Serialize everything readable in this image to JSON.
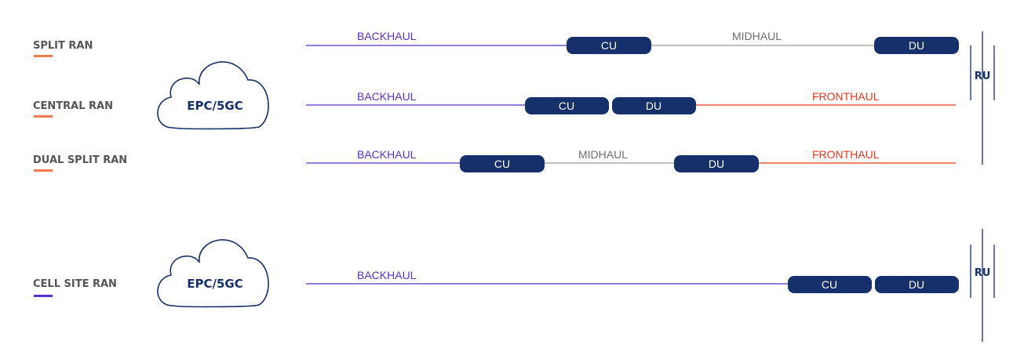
{
  "colors": {
    "navy": "#15306b",
    "backhaul": "#5b2fc9",
    "midhaul": "#9a9a9a",
    "fronthaul": "#e8381f",
    "accent_orange": "#f07a4a",
    "accent_purple": "#5b2fc9",
    "label_gray": "#555555"
  },
  "clouds": [
    {
      "label": "EPC/5GC",
      "icon": "cloud-icon"
    },
    {
      "label": "EPC/5GC",
      "icon": "cloud-icon"
    }
  ],
  "rows": [
    {
      "label": "SPLIT RAN",
      "underline": "accent_orange",
      "links": [
        {
          "label": "BACKHAUL",
          "type": "backhaul"
        },
        {
          "label": "MIDHAUL",
          "type": "midhaul"
        }
      ],
      "boxes": [
        "CU",
        "DU"
      ]
    },
    {
      "label": "CENTRAL RAN",
      "underline": "accent_orange",
      "links": [
        {
          "label": "BACKHAUL",
          "type": "backhaul"
        },
        {
          "label": "FRONTHAUL",
          "type": "fronthaul"
        }
      ],
      "boxes": [
        "CU",
        "DU"
      ]
    },
    {
      "label": "DUAL SPLIT RAN",
      "underline": "accent_orange",
      "links": [
        {
          "label": "BACKHAUL",
          "type": "backhaul"
        },
        {
          "label": "MIDHAUL",
          "type": "midhaul"
        },
        {
          "label": "FRONTHAUL",
          "type": "fronthaul"
        }
      ],
      "boxes": [
        "CU",
        "DU"
      ]
    },
    {
      "label": "CELL SITE RAN",
      "underline": "accent_purple",
      "links": [
        {
          "label": "BACKHAUL",
          "type": "backhaul"
        }
      ],
      "boxes": [
        "CU",
        "DU"
      ]
    }
  ],
  "radio_units": [
    {
      "label": "RU",
      "icon": "antenna-icon"
    },
    {
      "label": "RU",
      "icon": "antenna-icon"
    }
  ]
}
